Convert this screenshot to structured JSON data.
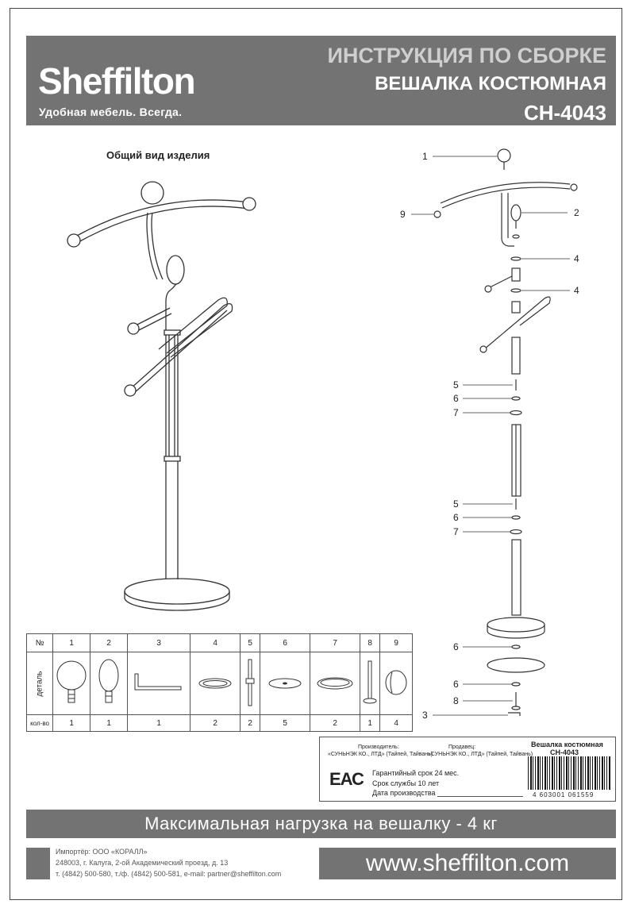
{
  "header": {
    "brand": "Sheffilton",
    "tagline": "Удобная мебель. Всегда.",
    "line1": "ИНСТРУКЦИЯ ПО СБОРКЕ",
    "line2": "ВЕШАЛКА КОСТЮМНАЯ",
    "line3": "СН-4043"
  },
  "general_view": {
    "label": "Общий вид изделия"
  },
  "callouts": [
    "1",
    "9",
    "2",
    "4",
    "4",
    "5",
    "6",
    "7",
    "5",
    "6",
    "7",
    "6",
    "6",
    "8",
    "3"
  ],
  "parts_table": {
    "col_header": "№",
    "row_label_part": "деталь",
    "row_label_qty": "кол-во",
    "numbers": [
      "1",
      "2",
      "3",
      "4",
      "5",
      "6",
      "7",
      "8",
      "9"
    ],
    "quantities": [
      "1",
      "1",
      "1",
      "2",
      "2",
      "5",
      "2",
      "1",
      "4"
    ]
  },
  "product_label": {
    "title": "Вешалка костюмная",
    "model": "СН-4043",
    "manufacturer_label": "Производитель:",
    "manufacturer": "«СУНЬНЭК КО., ЛТД» (Тайпей, Тайвань)",
    "seller_label": "Продавец:",
    "seller": "«СУНЬНЭК КО., ЛТД» (Тайпей, Тайвань)",
    "eac": "ЕАС",
    "warranty": "Гарантийный срок 24 мес.",
    "service_life": "Срок службы 10 лет",
    "production_date": "Дата производства",
    "ean": "4 603001 061559"
  },
  "max_load": "Максимальная нагрузка на вешалку - 4 кг",
  "importer": {
    "line1": "Импортёр: ООО «КОРАЛЛ»",
    "line2": "248003, г. Калуга, 2-ой Академический проезд, д. 13",
    "line3": "т. (4842) 500-580, т./ф. (4842) 500-581, e-mail: partner@sheffilton.com"
  },
  "website": "www.sheffilton.com",
  "colors": {
    "header_bg": "#737373",
    "line": "#333333"
  }
}
